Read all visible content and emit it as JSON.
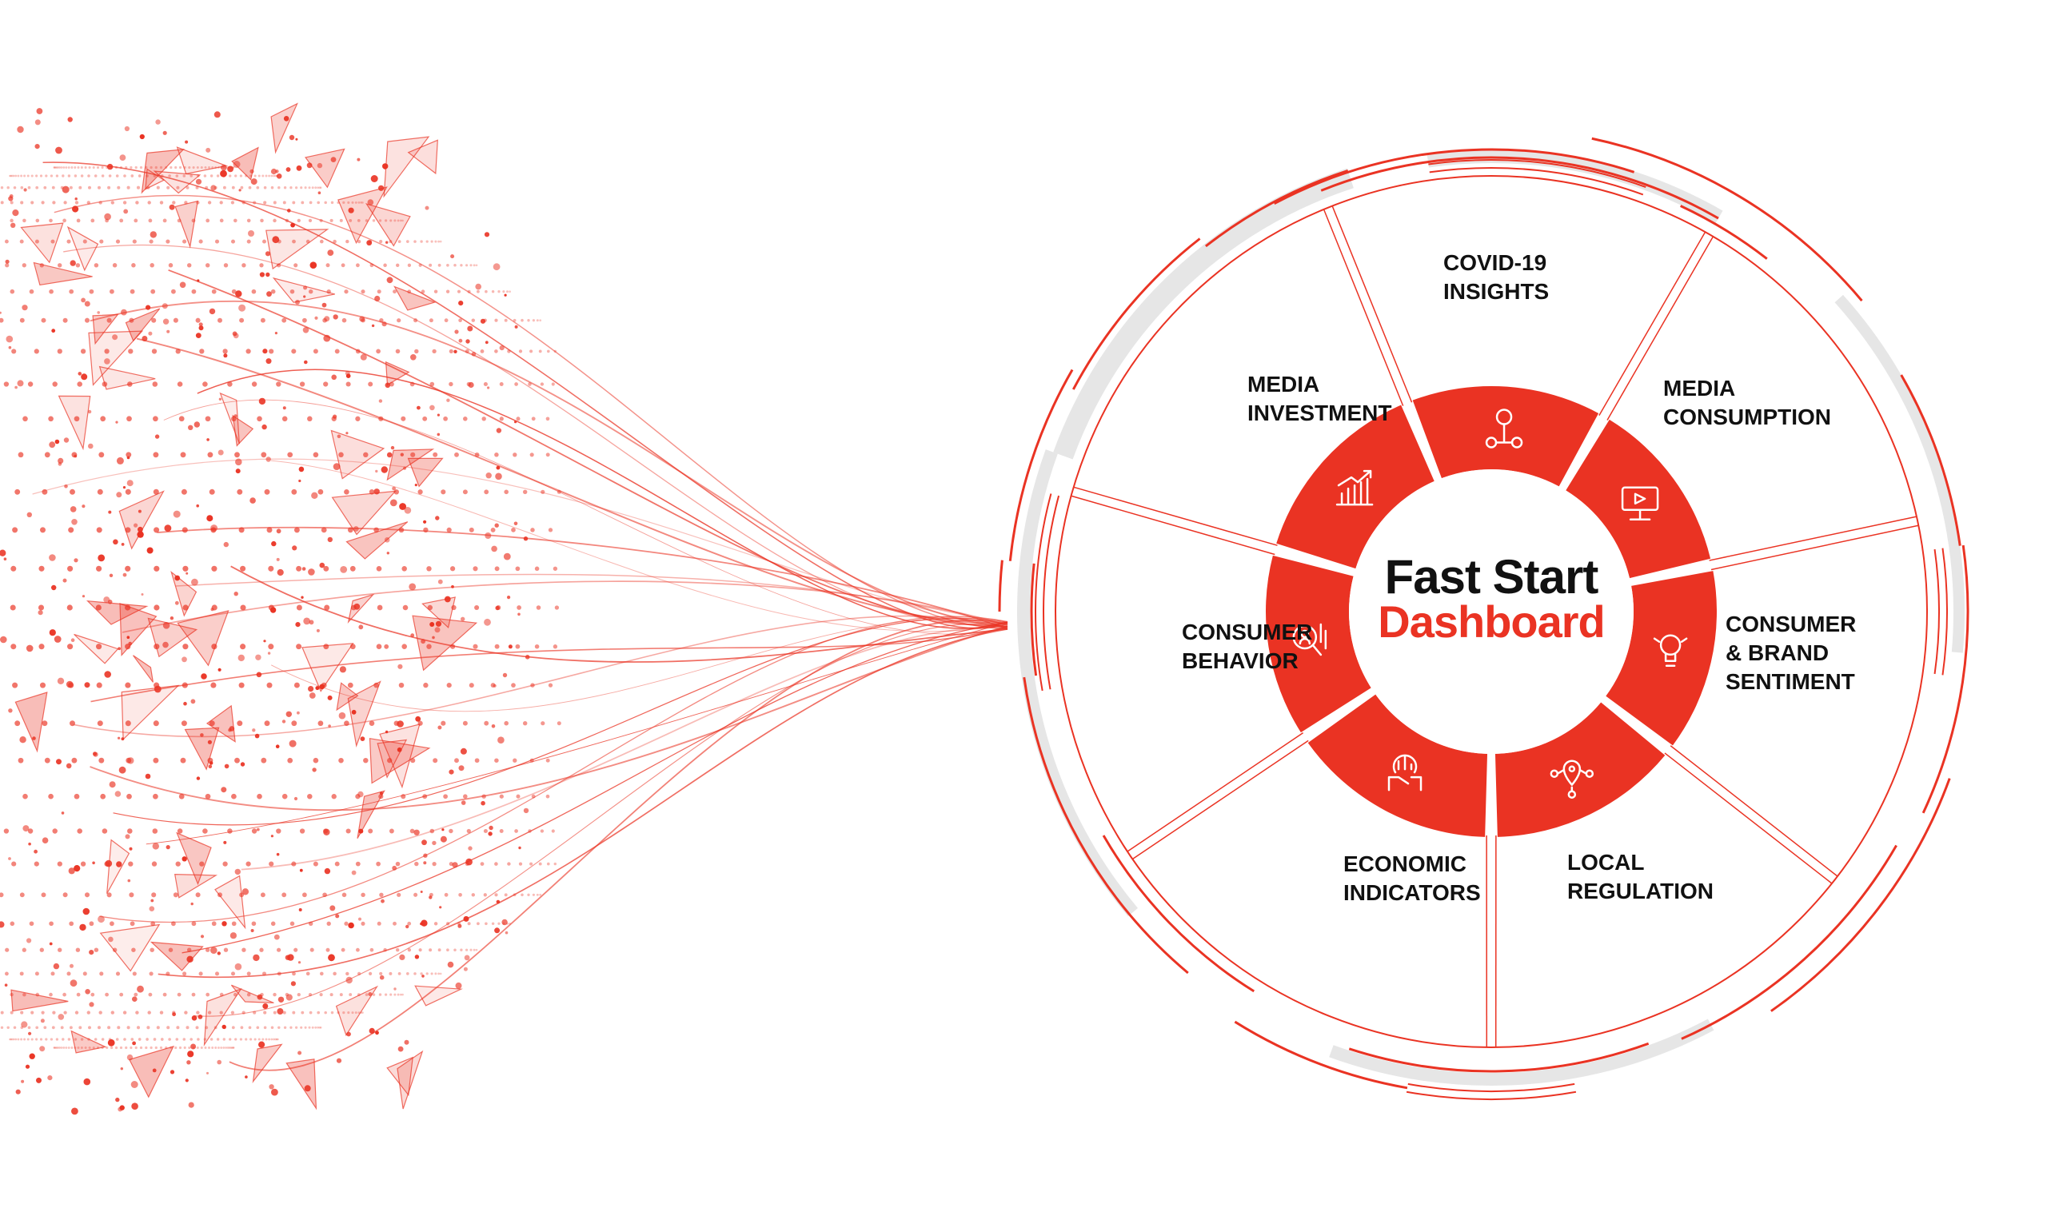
{
  "title": {
    "line1": "Fast Start",
    "line2": "Dashboard"
  },
  "colors": {
    "accent": "#ea3323",
    "ring_gray": "#e6e6e6",
    "text": "#111111",
    "background": "#ffffff"
  },
  "segments": [
    {
      "icon": "network-nodes-icon",
      "label_lines": [
        "COVID-19",
        "INSIGHTS"
      ]
    },
    {
      "icon": "media-monitor-icon",
      "label_lines": [
        "MEDIA",
        "CONSUMPTION"
      ]
    },
    {
      "icon": "lightbulb-gear-head-icon",
      "label_lines": [
        "CONSUMER",
        "& BRAND",
        "SENTIMENT"
      ]
    },
    {
      "icon": "location-network-icon",
      "label_lines": [
        "LOCAL",
        "REGULATION"
      ]
    },
    {
      "icon": "hand-growth-icon",
      "label_lines": [
        "ECONOMIC",
        "INDICATORS"
      ]
    },
    {
      "icon": "magnifier-user-chart-icon",
      "label_lines": [
        "CONSUMER",
        "BEHAVIOR"
      ]
    },
    {
      "icon": "rising-bar-chart-icon",
      "label_lines": [
        "MEDIA",
        "INVESTMENT"
      ]
    }
  ]
}
